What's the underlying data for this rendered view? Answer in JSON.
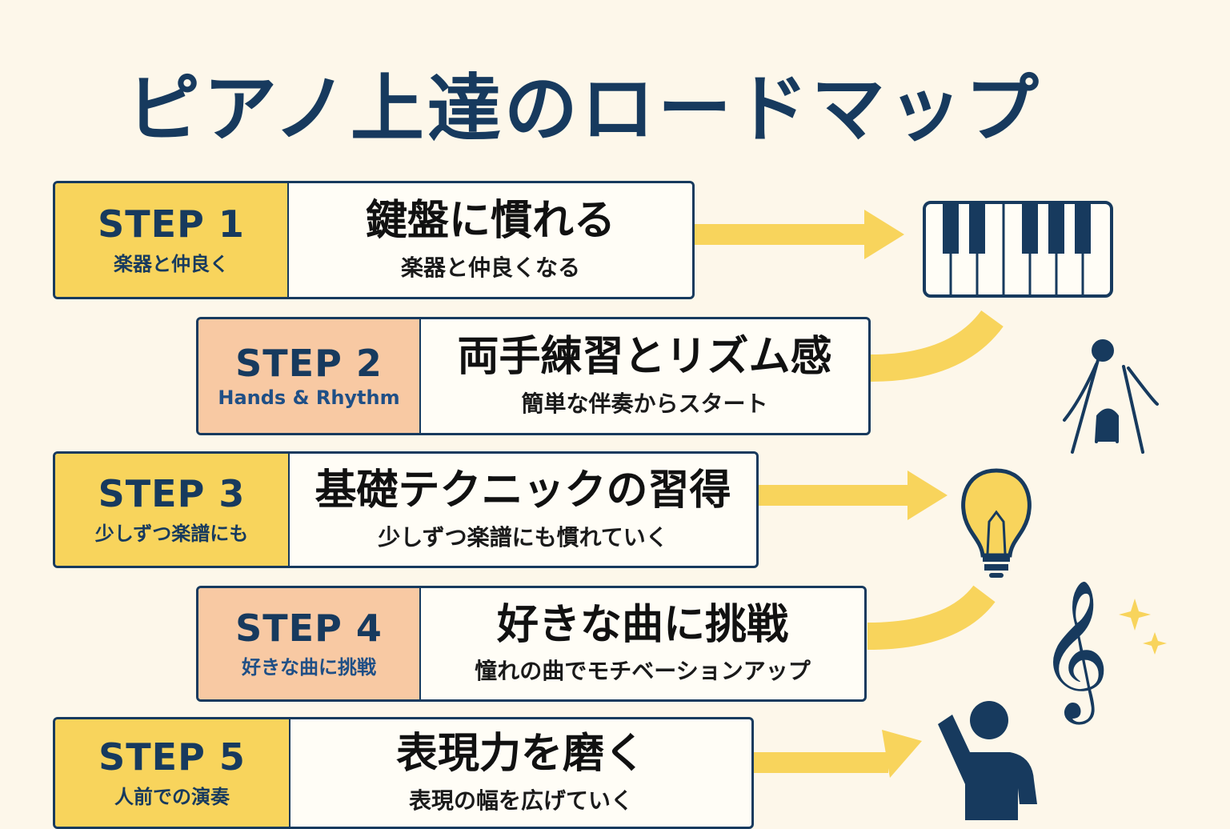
{
  "title": "ピアノ上達のロードマップ",
  "colors": {
    "navy": "#173a5e",
    "yellow": "#f8d45c",
    "peach": "#f8c9a3",
    "background": "#fdf7ea",
    "arrow": "#f8d45c"
  },
  "steps": [
    {
      "label": "STEP 1",
      "tag_sub": "楽器と仲良く",
      "heading": "鍵盤に慣れる",
      "description": "楽器と仲良くなる",
      "icon": "piano-keyboard-icon"
    },
    {
      "label": "STEP 2",
      "tag_sub": "Hands & Rhythm",
      "heading": "両手練習とリズム感",
      "description": "簡単な伴奏からスタート",
      "icon": "metronome-icon"
    },
    {
      "label": "STEP 3",
      "tag_sub": "少しずつ楽譜にも",
      "heading": "基礎テクニックの習得",
      "description": "少しずつ楽譜にも慣れていく",
      "icon": "lightbulb-icon"
    },
    {
      "label": "STEP 4",
      "tag_sub": "好きな曲に挑戦",
      "heading": "好きな曲に挑戦",
      "description": "憧れの曲でモチベーションアップ",
      "icon": "treble-clef-icon"
    },
    {
      "label": "STEP 5",
      "tag_sub": "人前での演奏",
      "heading": "表現力を磨く",
      "description": "表現の幅を広げていく",
      "icon": "performer-icon"
    }
  ]
}
